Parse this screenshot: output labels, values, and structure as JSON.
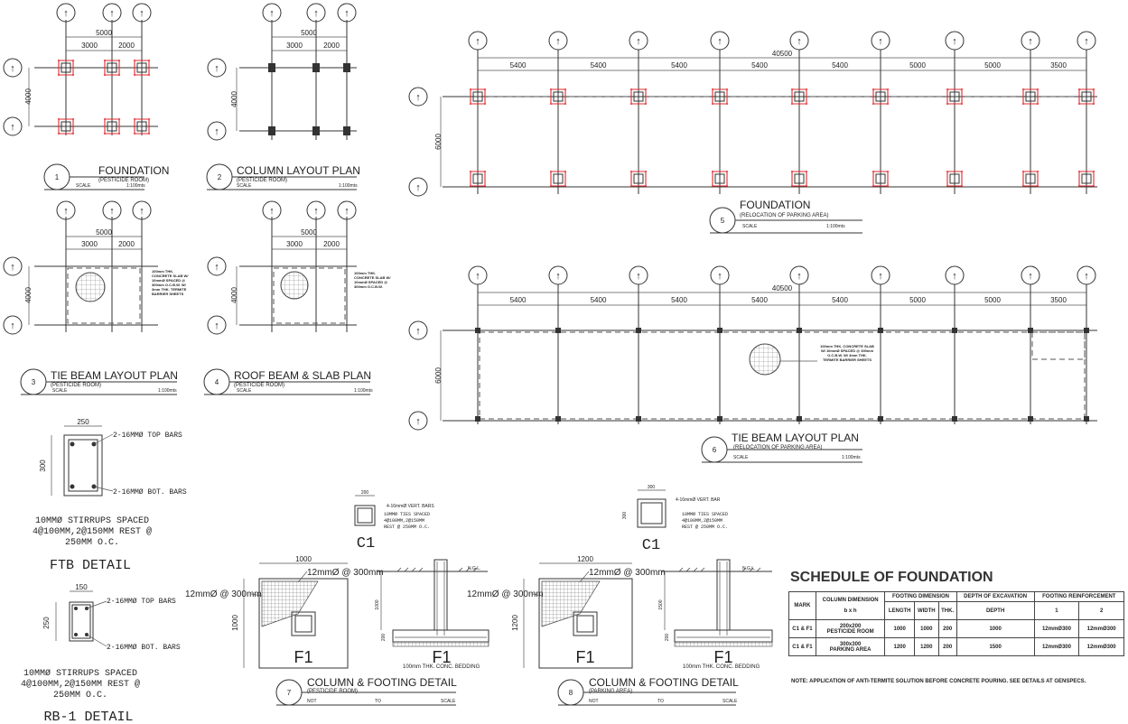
{
  "grid_marker": "↑",
  "panels": {
    "p1": {
      "num": "1",
      "title": "FOUNDATION",
      "sub": "(PESTICIDE ROOM)",
      "scale_l": "SCALE",
      "scale_r": "1:100mts",
      "dim_total": "5000",
      "dim_a": "3000",
      "dim_b": "2000",
      "dim_v": "4000"
    },
    "p2": {
      "num": "2",
      "title": "COLUMN LAYOUT PLAN",
      "sub": "(PESTICIDE ROOM)",
      "scale_l": "SCALE",
      "scale_r": "1:100mts",
      "dim_total": "5000",
      "dim_a": "3000",
      "dim_b": "2000",
      "dim_v": "4000"
    },
    "p3": {
      "num": "3",
      "title": "TIE BEAM LAYOUT PLAN",
      "sub": "(PESTICIDE ROOM)",
      "scale_l": "SCALE",
      "scale_r": "1:100mts",
      "dim_total": "5000",
      "dim_a": "3000",
      "dim_b": "2000",
      "dim_v": "4000"
    },
    "p4": {
      "num": "4",
      "title": "ROOF BEAM & SLAB PLAN",
      "sub": "(PESTICIDE ROOM)",
      "scale_l": "SCALE",
      "scale_r": "1:100mts",
      "dim_total": "5000",
      "dim_a": "3000",
      "dim_b": "2000",
      "dim_v": "4000"
    },
    "p5": {
      "num": "5",
      "title": "FOUNDATION",
      "sub": "(RELOCATION OF PARKING AREA)",
      "scale_l": "SCALE",
      "scale_r": "1:100mts",
      "dim_total": "40500",
      "spans": [
        "5400",
        "5400",
        "5400",
        "5400",
        "5400",
        "5000",
        "5000",
        "3500"
      ],
      "dim_v": "6000"
    },
    "p6": {
      "num": "6",
      "title": "TIE BEAM LAYOUT PLAN",
      "sub": "(RELOCATION OF PARKING AREA)",
      "scale_l": "SCALE",
      "scale_r": "1:100mts",
      "dim_total": "40500",
      "spans": [
        "5400",
        "5400",
        "5400",
        "5400",
        "5400",
        "5000",
        "5000",
        "3500"
      ],
      "dim_v": "6000"
    },
    "p7": {
      "num": "7",
      "title": "COLUMN & FOOTING DETAIL",
      "sub": "(PESTICIDE ROOM)",
      "scale_l": "NOT",
      "scale_m": "TO",
      "scale_r": "SCALE",
      "dim_w": "1000",
      "dim_h": "1000",
      "bar_note": "12mmØ @ 300mm",
      "bar_note2": "12mmØ @ 300mm",
      "footing_label": "F1",
      "section_label": "F1",
      "bedding": "100mm THK. CONC. BEDDING",
      "ngl": "N.G.L.",
      "depth": "1000",
      "thk": "200"
    },
    "p8": {
      "num": "8",
      "title": "COLUMN & FOOTING DETAIL",
      "sub": "(PARKING AREA)",
      "scale_l": "NOT",
      "scale_m": "TO",
      "scale_r": "SCALE",
      "dim_w": "1200",
      "dim_h": "1200",
      "bar_note": "12mmØ @ 300mm",
      "bar_note2": "12mmØ @ 300mm",
      "footing_label": "F1",
      "section_label": "F1",
      "bedding": "100mm THK. CONC. BEDDING",
      "ngl": "N.G.L.",
      "depth": "1500",
      "thk": "200"
    }
  },
  "slab_note_small": "100mm THK. CONCRETE SLAB W/ 10mmØ SPACED @ 300mm O.C.B.W. W/ 3mm THK. TERMITE BARRIER SHEETS",
  "slab_note_roof": "100mm THK. CONCRETE SLAB W/ 10mmØ SPACED @ 300mm O.C.B.W.",
  "slab_note_parking": "100mm THK. CONCRETE SLAB W/ 10mmØ SPACED @ 300mm O.C.B.W. W/ 3mm THK. TERMITE BARRIER SHEETS",
  "ftb": {
    "w": "250",
    "h": "300",
    "top": "2-16MMØ TOP BARS",
    "bot": "2-16MMØ BOT. BARS",
    "stirrups": [
      "10MMØ STIRRUPS SPACED",
      "4@100MM,2@150MM REST @",
      "250MM O.C."
    ],
    "title": "FTB DETAIL"
  },
  "rb1": {
    "w": "150",
    "h": "250",
    "top": "2-16MMØ TOP BARS",
    "bot": "2-16MMØ BOT. BARS",
    "stirrups": [
      "10MMØ STIRRUPS SPACED",
      "4@100MM,2@150MM REST @",
      "250MM O.C."
    ],
    "title": "RB-1 DETAIL"
  },
  "c1a": {
    "label": "C1",
    "dim": "200",
    "bars": "4-16mmØ VERT. BARS",
    "ties": [
      "10MMØ TIES SPACED",
      "4@100MM,2@150MM",
      "REST @ 250MM O.C."
    ]
  },
  "c1b": {
    "label": "C1",
    "dim": "300",
    "bars": "4-16mmØ VERT. BAR",
    "dim_v": "300",
    "ties": [
      "10MMØ TIES SPACED",
      "4@100MM,2@150MM",
      "REST @ 250MM O.C."
    ]
  },
  "schedule": {
    "title": "SCHEDULE OF FOUNDATION",
    "headers": {
      "mark": "MARK",
      "coldim": "COLUMN DIMENSION",
      "coldim_sub": "b x h",
      "footing": "FOOTING DIMENSION",
      "depth": "DEPTH OF EXCAVATION",
      "reinf": "FOOTING REINFORCEMENT",
      "length": "LENGTH",
      "width": "WIDTH",
      "thk": "THK.",
      "depth_sub": "DEPTH",
      "r1": "1",
      "r2": "2"
    },
    "rows": [
      {
        "mark": "C1 & F1",
        "dim": "200x200",
        "area": "PESTICIDE ROOM",
        "length": "1000",
        "width": "1000",
        "thk": "200",
        "depth": "1000",
        "r1": "12mmØ300",
        "r2": "12mmØ300"
      },
      {
        "mark": "C1 & F1",
        "dim": "300x300",
        "area": "PARKING AREA",
        "length": "1200",
        "width": "1200",
        "thk": "200",
        "depth": "1500",
        "r1": "12mmØ300",
        "r2": "12mmØ300"
      }
    ],
    "note": "NOTE: APPLICATION OF ANTI-TERMITE SOLUTION BEFORE CONCRETE POURING. SEE DETAILS AT GENSPECS."
  }
}
